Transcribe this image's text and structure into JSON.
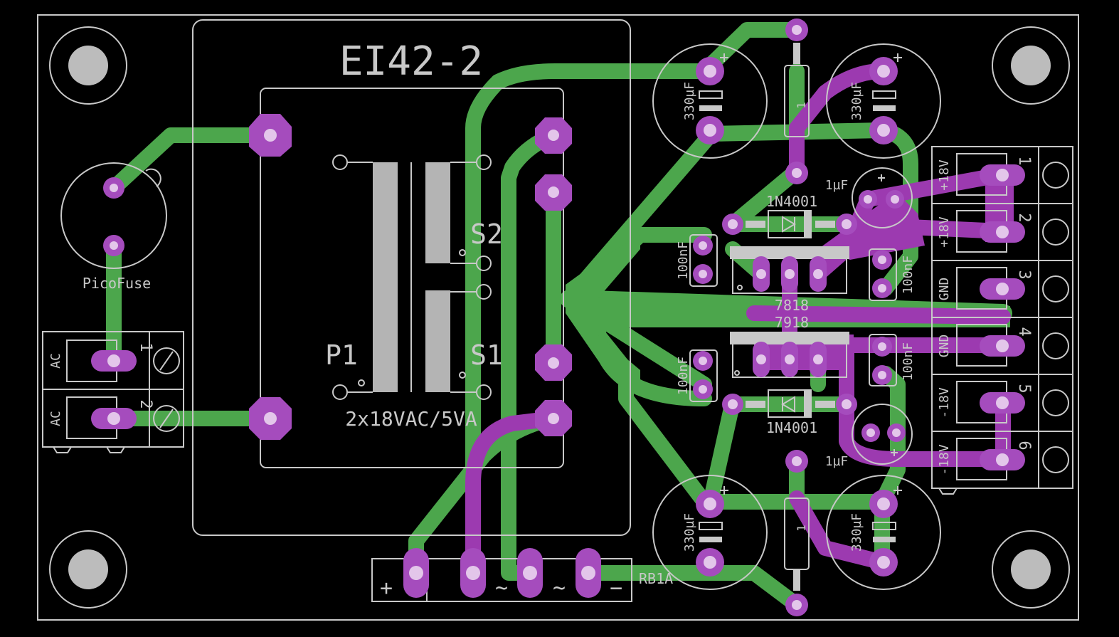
{
  "colors": {
    "background": "#000000",
    "top_copper": "#4ca64c",
    "bottom_copper": "#9c3ab0",
    "pad": "#a54cbd",
    "drill": "#e3c6ea",
    "silkscreen": "#c8c8c8",
    "mount_hole": "#c0c0c0"
  },
  "labels": {
    "transformer": "EI42-2",
    "primary": "P1",
    "secondary1": "S1",
    "secondary2": "S2",
    "transformer_rating": "2x18VAC/5VA",
    "fuse": "PicoFuse",
    "rectifier": "RB1A",
    "diode_top": "1N4001",
    "diode_bottom": "1N4001",
    "reg_pos": "7818",
    "reg_neg": "7918",
    "cap_330_tl": "330µF",
    "cap_330_tr": "330µF",
    "cap_330_bl": "330µF",
    "cap_330_br": "330µF",
    "cap_1uf_top": "1µF",
    "cap_1uf_bottom": "1µF",
    "cap_100n_1": "100nF",
    "cap_100n_2": "100nF",
    "cap_100n_3": "100nF",
    "cap_100n_4": "100nF",
    "resistor_top": "1",
    "resistor_bottom": "1",
    "plus": "+",
    "minus": "−",
    "tilde1": "~",
    "tilde2": "~",
    "input_term": [
      {
        "label": "AC",
        "num": "1"
      },
      {
        "label": "AC",
        "num": "2"
      }
    ],
    "output_term": [
      {
        "label": "+18V",
        "num": "1"
      },
      {
        "label": "+18V",
        "num": "2"
      },
      {
        "label": "GND",
        "num": "3"
      },
      {
        "label": "GND",
        "num": "4"
      },
      {
        "label": "-18V",
        "num": "5"
      },
      {
        "label": "-18V",
        "num": "6"
      }
    ]
  }
}
